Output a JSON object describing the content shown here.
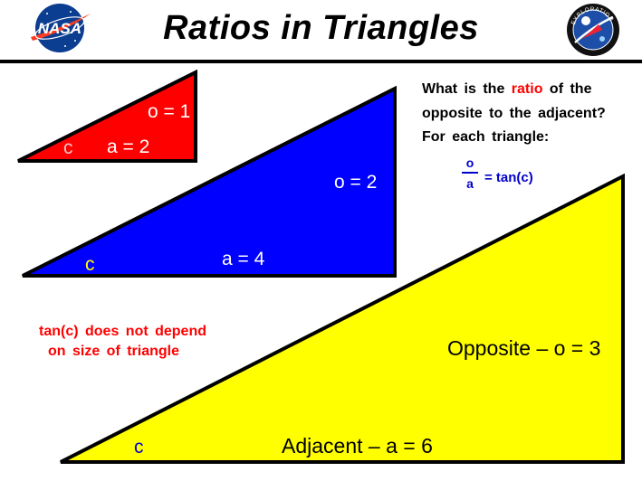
{
  "header": {
    "title": "Ratios  in  Triangles",
    "left_logo": {
      "icon": "nasa-meatball-logo",
      "text": "NASA"
    },
    "right_logo": {
      "icon": "exploration-seal-logo",
      "text": "EXPLORATION"
    }
  },
  "question": {
    "line1_prefix": "What  is  the",
    "line1_highlight": "ratio",
    "line1_suffix": "of  the",
    "line2": "opposite  to  the  adjacent?",
    "line3": "For  each  triangle:"
  },
  "formula": {
    "numerator": "o",
    "denominator": "a",
    "result": "=  tan(c)"
  },
  "note": {
    "line1": "tan(c)  does  not  depend",
    "line2": "on  size  of  triangle"
  },
  "triangles": [
    {
      "name": "small",
      "color": "#ff0000",
      "opposite": 1,
      "adjacent": 2,
      "label_o": "o = 1",
      "label_a": "a = 2",
      "label_c": "c",
      "text_color": "#ffffff",
      "c_color": "#ffc0c0"
    },
    {
      "name": "medium",
      "color": "#0000ff",
      "opposite": 2,
      "adjacent": 4,
      "label_o": "o = 2",
      "label_a": "a = 4",
      "label_c": "c",
      "text_color": "#ffffff",
      "c_color": "#ffff00"
    },
    {
      "name": "large",
      "color": "#ffff00",
      "opposite": 3,
      "adjacent": 6,
      "label_o": "Opposite –  o = 3",
      "label_a": "Adjacent –  a = 6",
      "label_c": "c",
      "text_color": "#000000",
      "c_color": "#0000cc"
    }
  ],
  "colors": {
    "accent_red": "#ff0000",
    "formula_blue": "#0000cc"
  }
}
